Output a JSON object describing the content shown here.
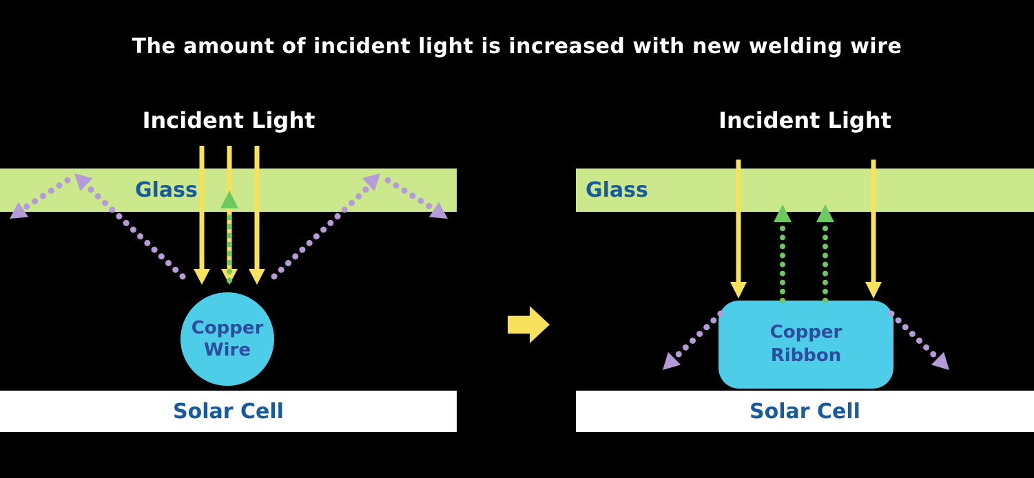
{
  "title": "The amount of incident light is increased with new welding wire",
  "left_diagram": {
    "incident_light_label": "Incident Light",
    "glass_label": "Glass",
    "copper_line1": "Copper",
    "copper_line2": "Wire",
    "solar_cell_label": "Solar Cell"
  },
  "right_diagram": {
    "incident_light_label": "Incident Light",
    "glass_label": "Glass",
    "copper_line1": "Copper",
    "copper_line2": "Ribbon",
    "solar_cell_label": "Solar Cell"
  },
  "colors": {
    "background": "#000000",
    "title-text": "#ffffff",
    "glass-fill": "#cbe88d",
    "label-text": "#175a9d",
    "copper-fill": "#4ecde9",
    "copper-text": "#2e4d9e",
    "solar-fill": "#ffffff",
    "yellow": "#f8e15b",
    "green": "#6dc95f",
    "purple": "#b59bd8"
  }
}
